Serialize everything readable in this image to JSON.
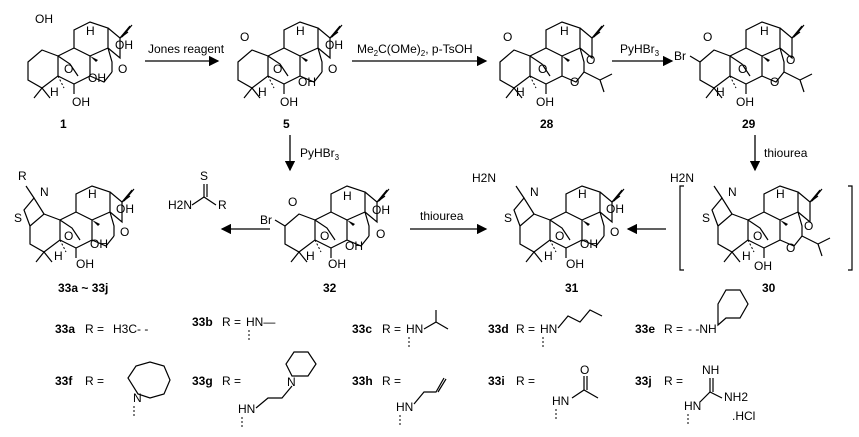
{
  "reagents": {
    "jones": "Jones reagent",
    "acetal_a": "Me",
    "acetal_b": "2",
    "acetal_c": "C(OMe)",
    "acetal_d": "2",
    "acetal_e": ", p-TsOH",
    "pyhbr3_a": "PyHBr",
    "pyhbr3_b": "3",
    "pyhbr3_c": "PyHBr",
    "pyhbr3_d": "3",
    "thiourea_1": "thiourea",
    "thiourea_2": "thiourea"
  },
  "compounds": {
    "c1": "1",
    "c5": "5",
    "c28": "28",
    "c29": "29",
    "c30": "30",
    "c31": "31",
    "c32": "32",
    "c33range": "33a ~ 33j"
  },
  "atoms": {
    "OH": "OH",
    "O": "O",
    "H": "H",
    "Br": "Br",
    "N": "N",
    "S": "S",
    "H2N": "H2N",
    "R": "R",
    "thioamide": "H2N"
  },
  "substituents": [
    {
      "id": "33a",
      "label": "33a",
      "eq": "R =",
      "group": "H3C- -"
    },
    {
      "id": "33b",
      "label": "33b",
      "eq": "R =",
      "group": "HN—"
    },
    {
      "id": "33c",
      "label": "33c",
      "eq": "R =",
      "group": "HN"
    },
    {
      "id": "33d",
      "label": "33d",
      "eq": "R =",
      "group": "HN"
    },
    {
      "id": "33e",
      "label": "33e",
      "eq": "R =",
      "group": "- -NH"
    },
    {
      "id": "33f",
      "label": "33f",
      "eq": "R =",
      "group": "N"
    },
    {
      "id": "33g",
      "label": "33g",
      "eq": "R =",
      "group": "HN"
    },
    {
      "id": "33h",
      "label": "33h",
      "eq": "R =",
      "group": "HN"
    },
    {
      "id": "33i",
      "label": "33i",
      "eq": "R =",
      "group": "HN"
    },
    {
      "id": "33j",
      "label": "33j",
      "eq": "R =",
      "group": "HN"
    }
  ],
  "extra": {
    "g_N": "N",
    "i_O": "O",
    "j_NH": "NH",
    "j_NH2": "NH2",
    "j_HCl": ".HCl"
  }
}
